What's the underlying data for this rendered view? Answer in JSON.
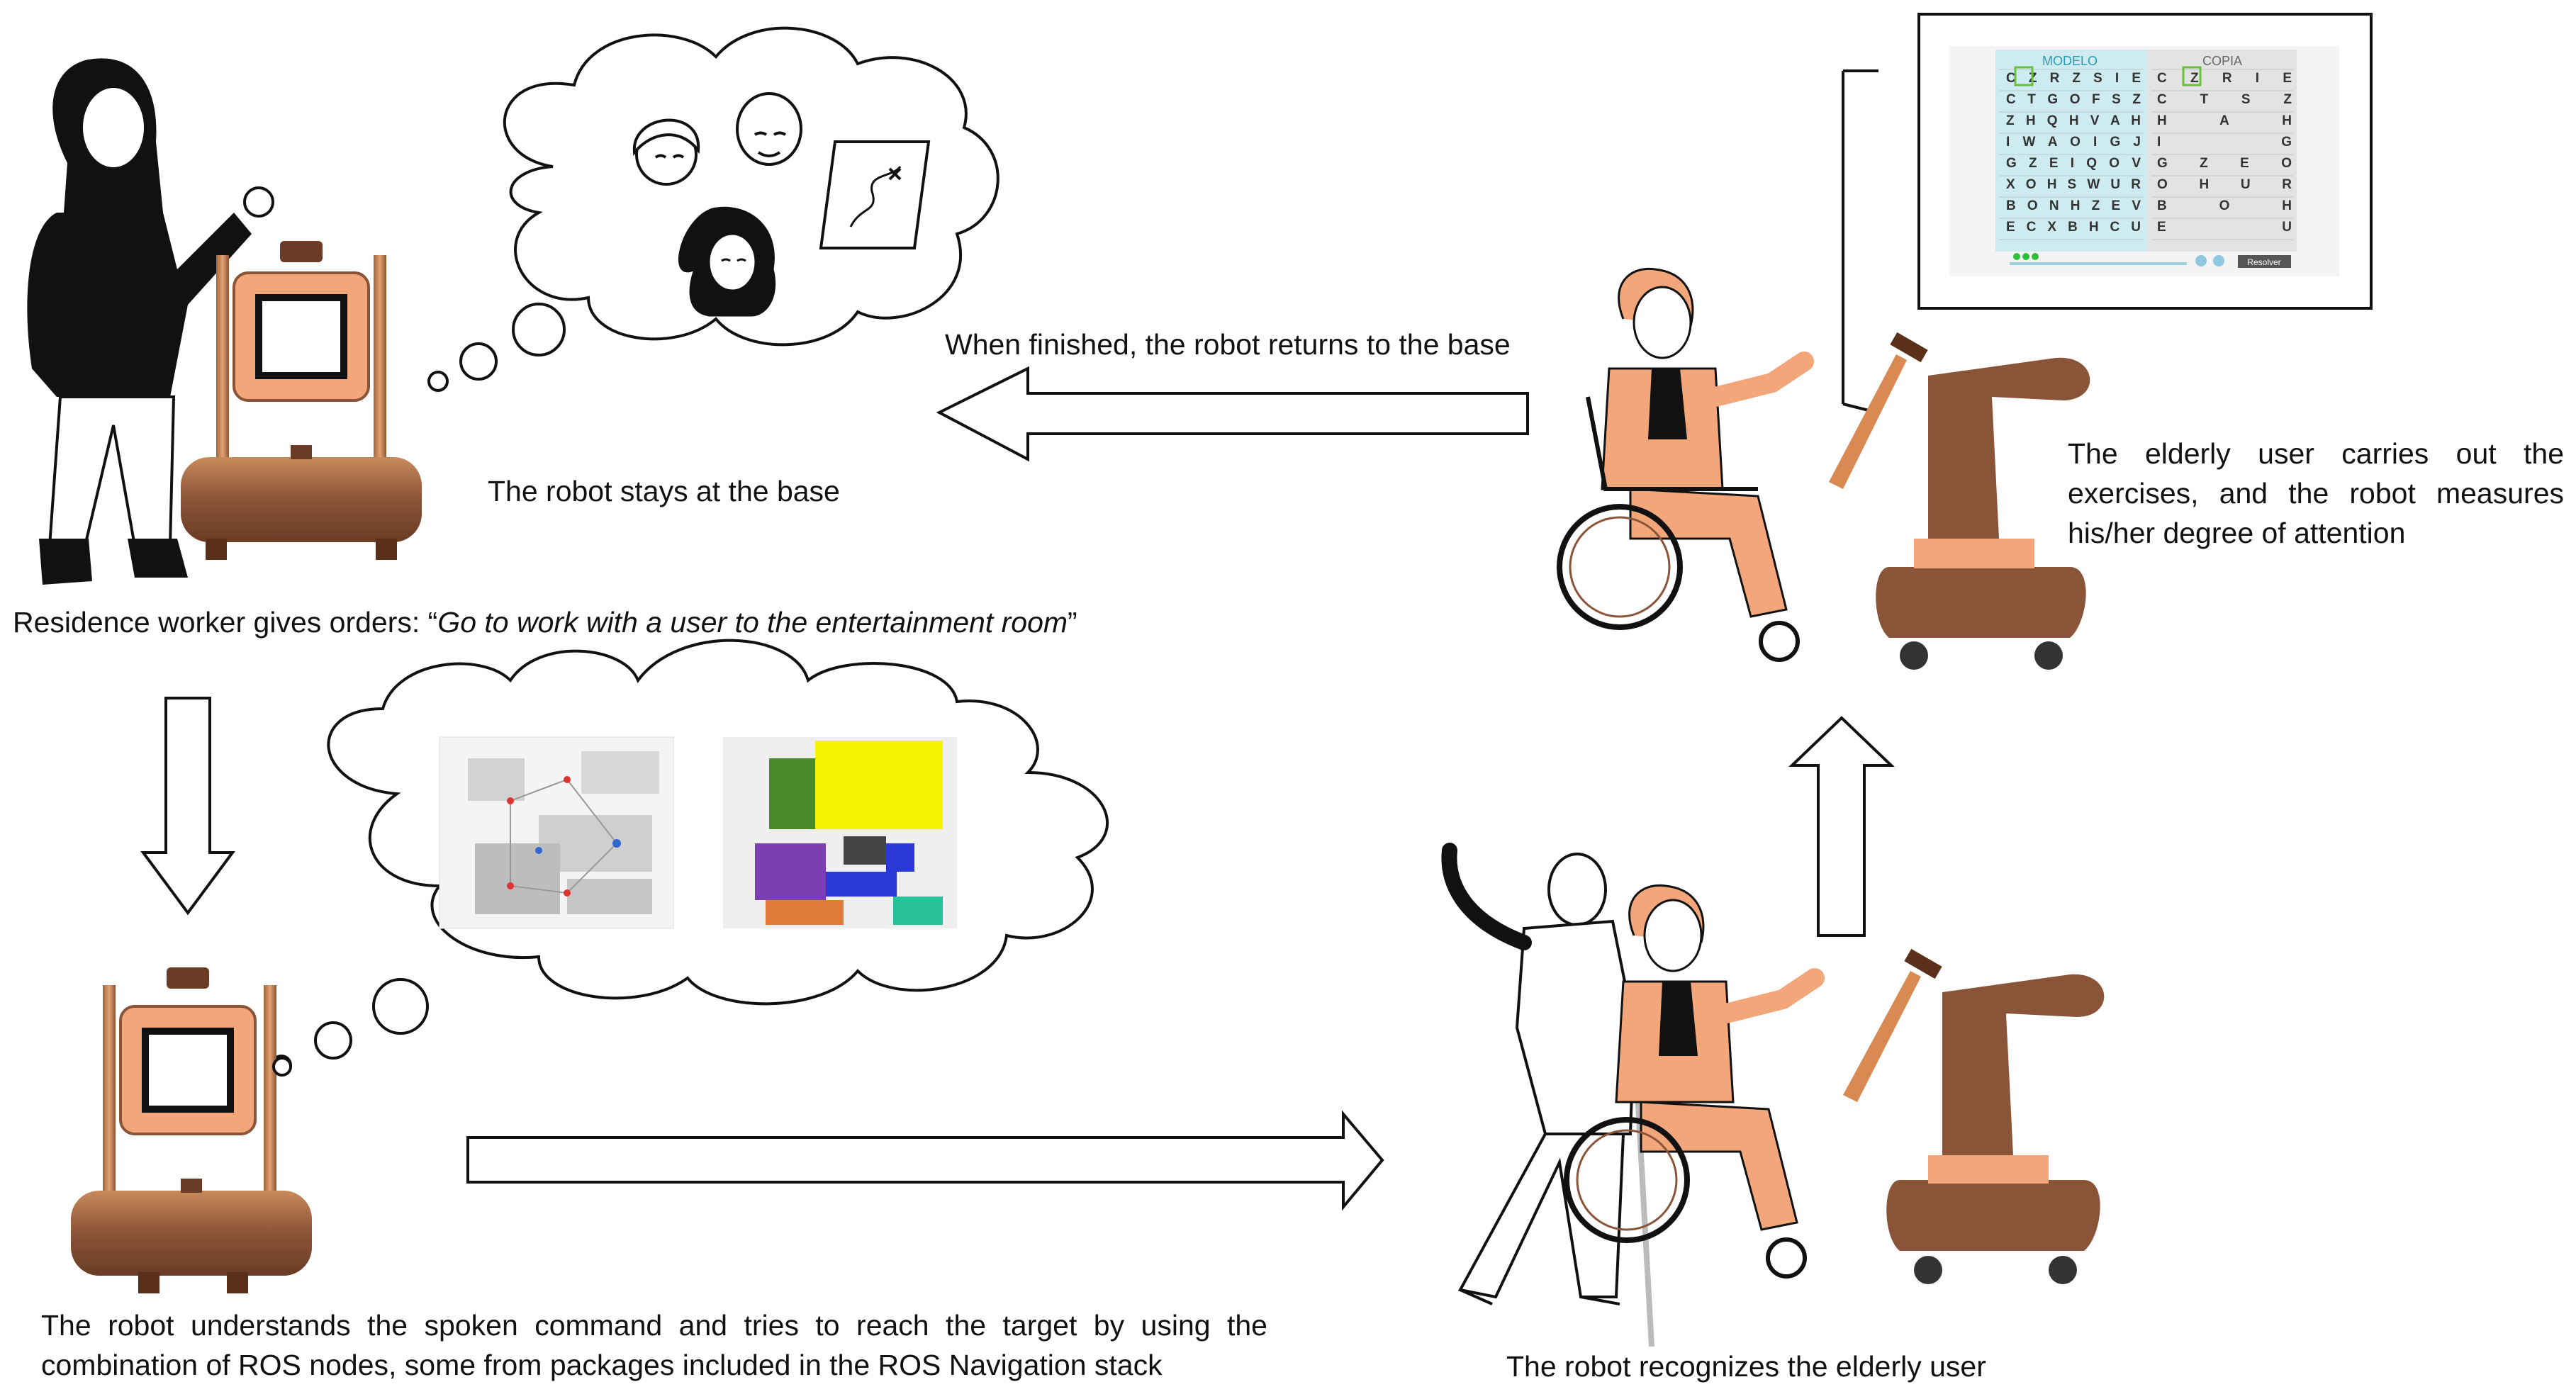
{
  "captions": {
    "worker_prefix": "Residence worker gives orders: “",
    "worker_quote": "Go to work with a user to the entertainment room",
    "worker_suffix": "”",
    "stays_at_base": "The robot stays at the base",
    "returns_to_base": "When finished, the robot returns to the base",
    "exercises_line1": "The elderly user carries out the",
    "exercises_line2": "exercises, and the robot measures",
    "exercises_line3": "his/her degree of attention",
    "understands_line1": "The robot understands the spoken command and tries to reach the target by using the",
    "understands_line2": "combination of ROS nodes, some from packages included in the ROS Navigation stack",
    "recognizes": "The robot recognizes the elderly user"
  },
  "screen": {
    "left_header": "MODELO",
    "right_header": "COPIA",
    "button": "Resolver",
    "model_rows": [
      "CZRZSIE",
      "CTGOFSZ",
      "ZHQHVAH",
      "IWAOIGJ",
      "GZEIQOV",
      "XOHSWUR",
      "BONHZEV",
      "ECXBHCU"
    ],
    "copy_rows": [
      "CZR  IE",
      "CT    SZ",
      "   H  AH",
      "      IG",
      "GZE   O",
      "  OH  UR",
      "BO  H  ",
      "E     U"
    ]
  },
  "colors": {
    "robot_brown": "#8a5438",
    "robot_copper": "#b87333",
    "skin_peach": "#f2a679",
    "screen_cyan": "#cdebf1",
    "map_yellow": "#f7f200",
    "map_green": "#4a8a2a",
    "map_purple": "#7b3fb3",
    "map_blue": "#2a39d6"
  },
  "icons": [
    "arrow-left",
    "arrow-down",
    "arrow-right",
    "arrow-up",
    "thought-cloud",
    "robot-base",
    "robot-arm",
    "wheelchair",
    "map-icon"
  ]
}
